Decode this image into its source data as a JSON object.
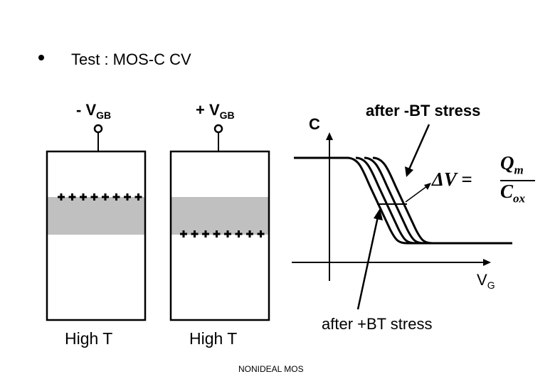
{
  "slide": {
    "bullet_text": "Test : MOS-C CV",
    "footer": "NONIDEAL MOS"
  },
  "left_device": {
    "gate_sign": "- V",
    "gate_sub": "GB",
    "temperature_label": "High T"
  },
  "right_device": {
    "gate_sign": "+ V",
    "gate_sub": "GB",
    "temperature_label": "High T"
  },
  "cv_plot": {
    "y_axis_label": "C",
    "x_axis_label": "V",
    "x_axis_sub": "G",
    "upper_annotation": "after -BT stress",
    "lower_annotation": "after +BT stress",
    "equation": {
      "lhs": "ΔV",
      "numerator": "Q",
      "numerator_sub": "m",
      "denominator": "C",
      "denominator_sub": "ox"
    }
  },
  "colors": {
    "oxide_band": "#c0c0c0",
    "ink": "#000000"
  }
}
